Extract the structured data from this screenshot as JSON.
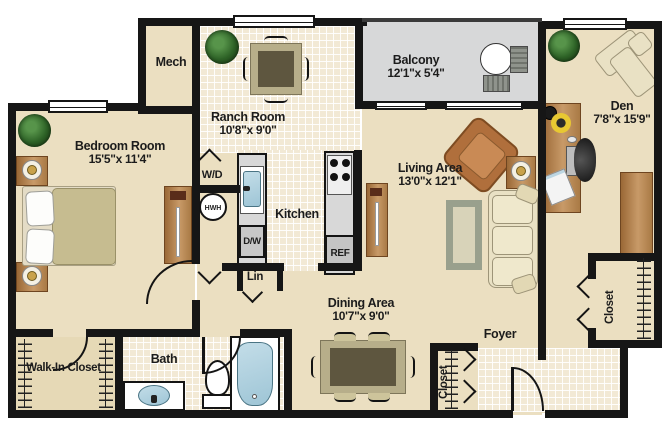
{
  "plan": {
    "rooms": {
      "mech": {
        "name": "Mech"
      },
      "ranch_room": {
        "name": "Ranch Room",
        "dims": "10'8\"x 9'0\""
      },
      "balcony": {
        "name": "Balcony",
        "dims": "12'1\"x 5'4\""
      },
      "den": {
        "name": "Den",
        "dims": "7'8\"x 15'9\""
      },
      "bedroom": {
        "name": "Bedroom Room",
        "dims": "15'5\"x 11'4\""
      },
      "living_area": {
        "name": "Living Area",
        "dims": "13'0\"x 12'1\""
      },
      "kitchen": {
        "name": "Kitchen"
      },
      "dining_area": {
        "name": "Dining Area",
        "dims": "10'7\"x 9'0\""
      },
      "foyer": {
        "name": "Foyer"
      },
      "bath": {
        "name": "Bath"
      },
      "walk_in_closet": {
        "name": "Walk-In Closet"
      },
      "closet_right": {
        "name": "Closet"
      },
      "closet_foyer": {
        "name": "Closet"
      }
    },
    "fixtures": {
      "washer_dryer": "W/D",
      "water_heater": "HWH",
      "dishwasher": "D/W",
      "refrigerator": "REF",
      "linen": "Lin"
    },
    "colors": {
      "wall": "#161616",
      "floor_cream": "#ebdfc1",
      "floor_tile": "#f2e9d5",
      "balcony_gray": "#d7d8d9",
      "wood_accent": "#b5814f",
      "fixture_blue": "#9ec5d6",
      "plant_green": "#2e6327"
    }
  }
}
